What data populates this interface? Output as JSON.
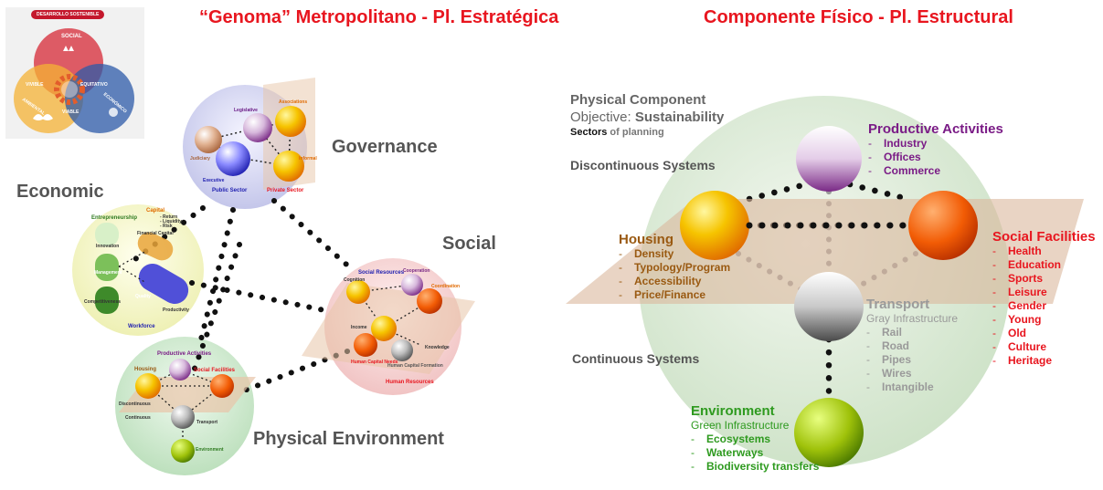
{
  "headers": {
    "left": "“Genoma” Metropolitano - Pl. Estratégica",
    "right": "Componente Físico - Pl. Estructural"
  },
  "venn": {
    "badge": "DESARROLLO SOSTENIBLE",
    "social": "SOCIAL",
    "ambiental": "AMBIENTAL",
    "economico": "ECONÓMICO",
    "vivible": "VIVIBLE",
    "equitativo": "EQUITATIVO",
    "viable": "VIABLE",
    "colors": {
      "social": "#d9414c",
      "ambiental": "#f4b234",
      "economico": "#2c5aa8"
    }
  },
  "genome": {
    "governance": {
      "label": "Governance",
      "legislative": "Legislative",
      "associations": "Associations",
      "judiciary": "Judiciary",
      "executive": "Executive",
      "informal": "Informal",
      "public_sector": "Public Sector",
      "private_sector": "Private Sector"
    },
    "economic": {
      "label": "Economic",
      "entrepreneurship": "Entrepreneurship",
      "capital": "Capital",
      "capital_items": "- Return\n- Liquidity\n- Risk",
      "innovation": "Innovation",
      "management": "Management",
      "financial": "Financial Capital",
      "competitiveness": "Competitiveness",
      "quality": "Quality",
      "productivity": "Productivity",
      "workforce": "Workforce"
    },
    "social": {
      "label": "Social",
      "social_resources": "Social Resources",
      "cooperation": "Cooperation",
      "cognition": "Cognition",
      "coordination": "Coordination",
      "income": "Income",
      "knowledge": "Knowledge",
      "human_capital_needs": "Human Capital Needs",
      "human_capital_formation": "Human Capital Formation",
      "human_resources": "Human Resources"
    },
    "physical": {
      "label": "Physical Environment",
      "productive": "Productive Activities",
      "housing": "Housing",
      "social_facilities": "Social Facilities",
      "discontinuous": "Discontinuous",
      "continuous": "Continuous",
      "transport": "Transport",
      "environment": "Environment"
    }
  },
  "component": {
    "title": "Physical Component",
    "objective_prefix": "Objective: ",
    "objective_value": "Sustainability",
    "sectors_bold": "Sectors",
    "sectors_rest": " of planning",
    "discontinuous": "Discontinuous Systems",
    "continuous": "Continuous Systems",
    "productive": {
      "title": "Productive Activities",
      "items": [
        "Industry",
        "Offices",
        "Commerce"
      ]
    },
    "housing": {
      "title": "Housing",
      "items": [
        "Density",
        "Typology/Program",
        "Accessibility",
        "Price/Finance"
      ]
    },
    "social": {
      "title": "Social Facilities",
      "items": [
        "Health",
        "Education",
        "Sports",
        "Leisure",
        "Gender",
        "Young",
        "Old",
        "Culture",
        "Heritage"
      ]
    },
    "transport": {
      "title": "Transport",
      "subtitle": "Gray Infrastructure",
      "items": [
        "Rail",
        "Road",
        "Pipes",
        "Wires",
        "Intangible"
      ]
    },
    "environment": {
      "title": "Environment",
      "subtitle": "Green Infrastructure",
      "items": [
        "Ecosystems",
        "Waterways",
        "Biodiversity transfers"
      ]
    },
    "colors": {
      "productive": "#7a1b86",
      "housing": "#9a5a12",
      "social": "#e8161f",
      "transport": "#9a9a9a",
      "environment": "#2e9a1f"
    }
  }
}
